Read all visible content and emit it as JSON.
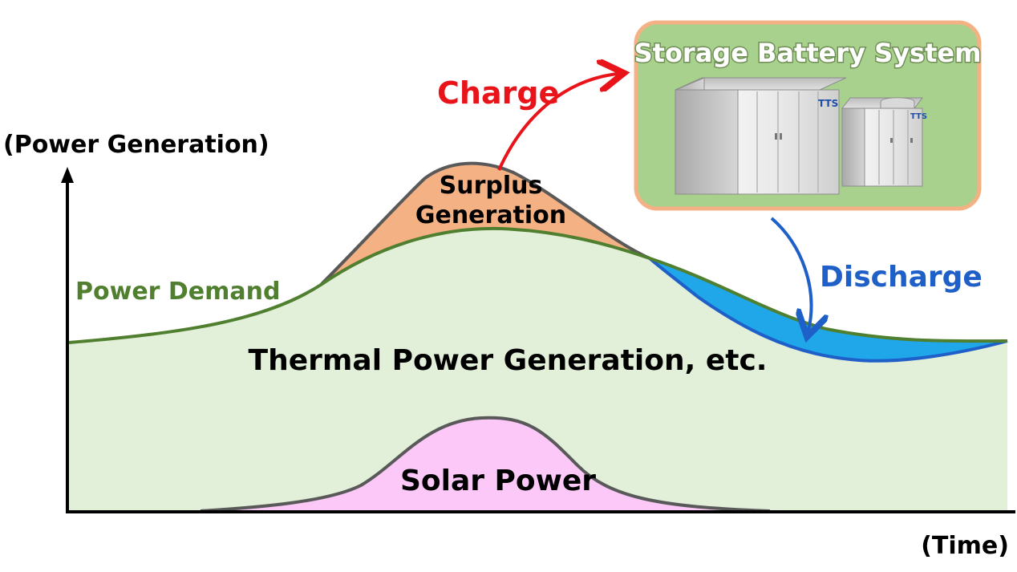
{
  "axes": {
    "y_label": "(Power Generation)",
    "x_label": "(Time)"
  },
  "labels": {
    "power_demand": "Power Demand",
    "thermal": "Thermal Power Generation, etc.",
    "solar": "Solar Power",
    "surplus_line1": "Surplus",
    "surplus_line2": "Generation",
    "charge": "Charge",
    "discharge": "Discharge"
  },
  "battery": {
    "title": "Storage Battery System",
    "logo_text": "TTS"
  },
  "colors": {
    "demand_line": "#4f7f2f",
    "thermal_fill": "#e2efd9",
    "surplus_fill": "#f4b183",
    "solar_fill": "#fbc8f8",
    "discharge_fill": "#1fa7ea",
    "discharge_line": "#1e5fc8",
    "charge": "#e8141a",
    "discharge_text": "#1e5fc8",
    "battery_panel": "#a9d18e",
    "battery_border": "#f4b183"
  }
}
